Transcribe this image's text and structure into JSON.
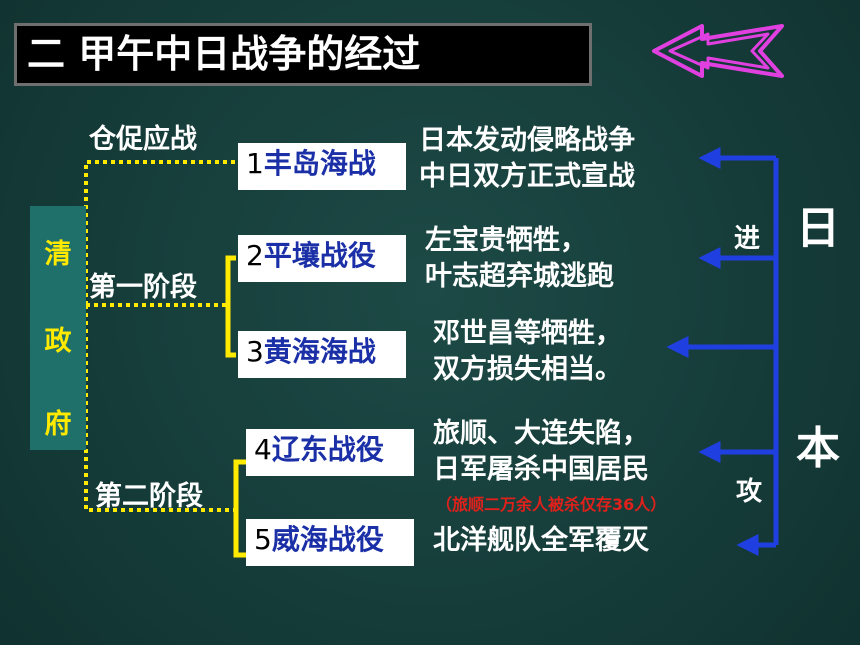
{
  "title": "二 甲午中日战争的经过",
  "left_side": {
    "chars": [
      "清",
      "政",
      "府"
    ]
  },
  "stage_labels": {
    "cangcu": "仓促应战",
    "stage1": "第一阶段",
    "stage2": "第二阶段"
  },
  "battles": [
    {
      "num": "1",
      "name": "丰岛海战",
      "desc_lines": [
        "日本发动侵略战争",
        "中日双方正式宣战"
      ]
    },
    {
      "num": "2",
      "name": "平壤战役",
      "desc_lines": [
        "左宝贵牺牲，",
        "叶志超弃城逃跑"
      ]
    },
    {
      "num": "3",
      "name": "黄海海战",
      "desc_lines": [
        "邓世昌等牺牲，",
        "双方损失相当。"
      ]
    },
    {
      "num": "4",
      "name": "辽东战役",
      "desc_lines": [
        "旅顺、大连失陷，",
        "日军屠杀中国居民"
      ],
      "note": "（旅顺二万余人被杀仅存36人）"
    },
    {
      "num": "5",
      "name": "威海战役",
      "desc_lines": [
        "北洋舰队全军覆灭"
      ]
    }
  ],
  "right_side": {
    "ri": "日",
    "ben": "本",
    "jin": "进",
    "gong": "攻"
  },
  "colors": {
    "dotted": "#ffea00",
    "arrow_blue": "#1f3fe0",
    "battle_text": "#1b2fa6",
    "back_arrow": "#e040e0"
  }
}
